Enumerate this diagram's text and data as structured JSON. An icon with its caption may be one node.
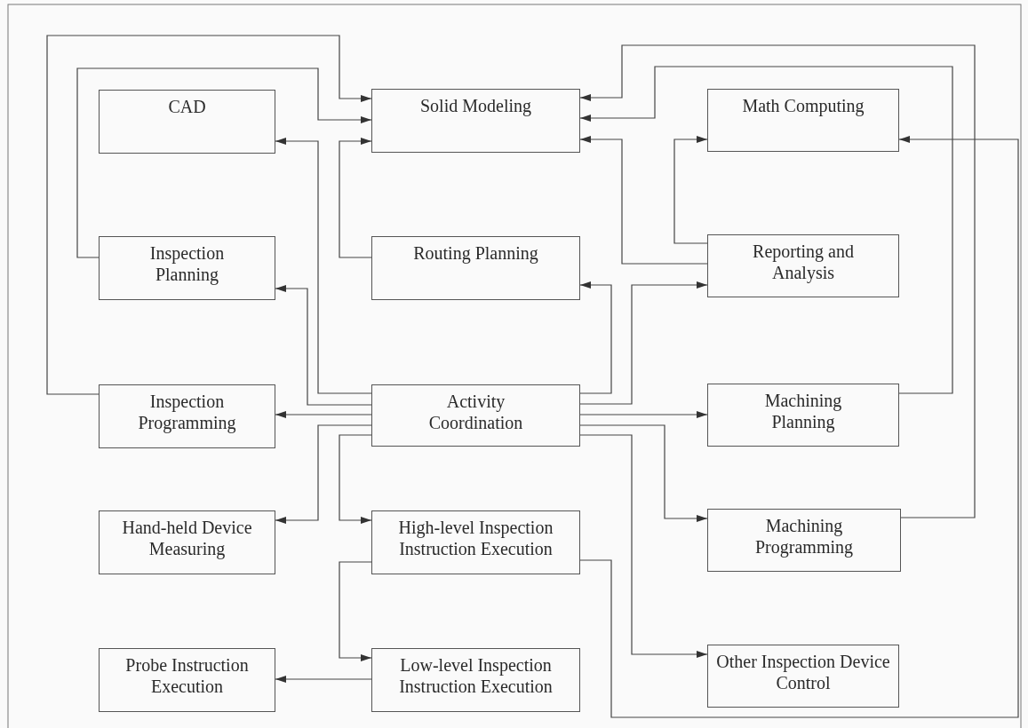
{
  "diagram": {
    "nodes": [
      {
        "text": [
          "CAD"
        ]
      },
      {
        "text": [
          "Solid Modeling"
        ]
      },
      {
        "text": [
          "Math Computing"
        ]
      },
      {
        "text": [
          "Inspection Planning"
        ]
      },
      {
        "text": [
          "Routing Planning"
        ]
      },
      {
        "text": [
          "Reporting and Analysis"
        ]
      },
      {
        "text": [
          "Inspection Programming"
        ]
      },
      {
        "text": [
          "Activity Coordination"
        ]
      },
      {
        "text": [
          "Machining Planning"
        ]
      },
      {
        "text": [
          "Hand-held Device Measuring"
        ]
      },
      {
        "text": [
          "High-level Inspection Instruction Execution"
        ]
      },
      {
        "text": [
          "Machining Programming"
        ]
      },
      {
        "text": [
          "Probe Instruction Execution"
        ]
      },
      {
        "text": [
          "Low-level Inspection Instruction Execution"
        ]
      },
      {
        "text": [
          "Other Inspection Device Control"
        ]
      }
    ],
    "edges": [
      {
        "from": 6,
        "to": 1,
        "arrow": "to"
      },
      {
        "from": 3,
        "to": 1,
        "arrow": "to"
      },
      {
        "from": 7,
        "to": 0,
        "arrow": "to"
      },
      {
        "from": 7,
        "to": 3,
        "arrow": "to"
      },
      {
        "from": 7,
        "to": 6,
        "arrow": "to"
      },
      {
        "from": 4,
        "to": 1,
        "arrow": "to"
      },
      {
        "from": 8,
        "to": 1,
        "arrow": "to"
      },
      {
        "from": 11,
        "to": 1,
        "arrow": "to"
      },
      {
        "from": 5,
        "to": 1,
        "arrow": "to"
      },
      {
        "from": 5,
        "to": 2,
        "arrow": "to"
      },
      {
        "from": 7,
        "to": 4,
        "arrow": "to"
      },
      {
        "from": 7,
        "to": 5,
        "arrow": "to"
      },
      {
        "from": 7,
        "to": 8,
        "arrow": "to"
      },
      {
        "from": 7,
        "to": 11,
        "arrow": "to"
      },
      {
        "from": 7,
        "to": 14,
        "arrow": "to"
      },
      {
        "from": 7,
        "to": 9,
        "arrow": "to"
      },
      {
        "from": 7,
        "to": 10,
        "arrow": "to"
      },
      {
        "from": 10,
        "to": 13,
        "arrow": "to"
      },
      {
        "from": 13,
        "to": 12,
        "arrow": "to"
      },
      {
        "from": 10,
        "to": 2,
        "arrow": "to"
      }
    ]
  }
}
